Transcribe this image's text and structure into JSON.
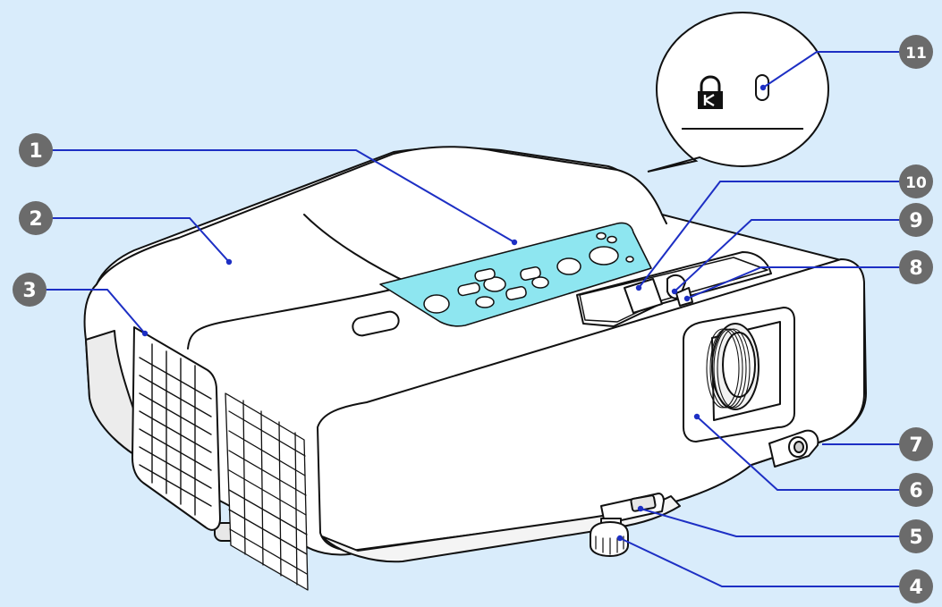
{
  "diagram": {
    "callouts": [
      {
        "id": "1",
        "number": "1"
      },
      {
        "id": "2",
        "number": "2"
      },
      {
        "id": "3",
        "number": "3"
      },
      {
        "id": "4",
        "number": "4"
      },
      {
        "id": "5",
        "number": "5"
      },
      {
        "id": "6",
        "number": "6"
      },
      {
        "id": "7",
        "number": "7"
      },
      {
        "id": "8",
        "number": "8"
      },
      {
        "id": "9",
        "number": "9"
      },
      {
        "id": "10",
        "number": "10"
      },
      {
        "id": "11",
        "number": "11"
      }
    ],
    "colors": {
      "background": "#d9ecfb",
      "leader_line": "#1d2fc4",
      "badge_fill": "#6b6b6b",
      "highlight": "#8ee6f0",
      "outline": "#111111",
      "body": "#ffffff"
    },
    "icons": {
      "security_lock": "kensington-lock-icon"
    }
  }
}
